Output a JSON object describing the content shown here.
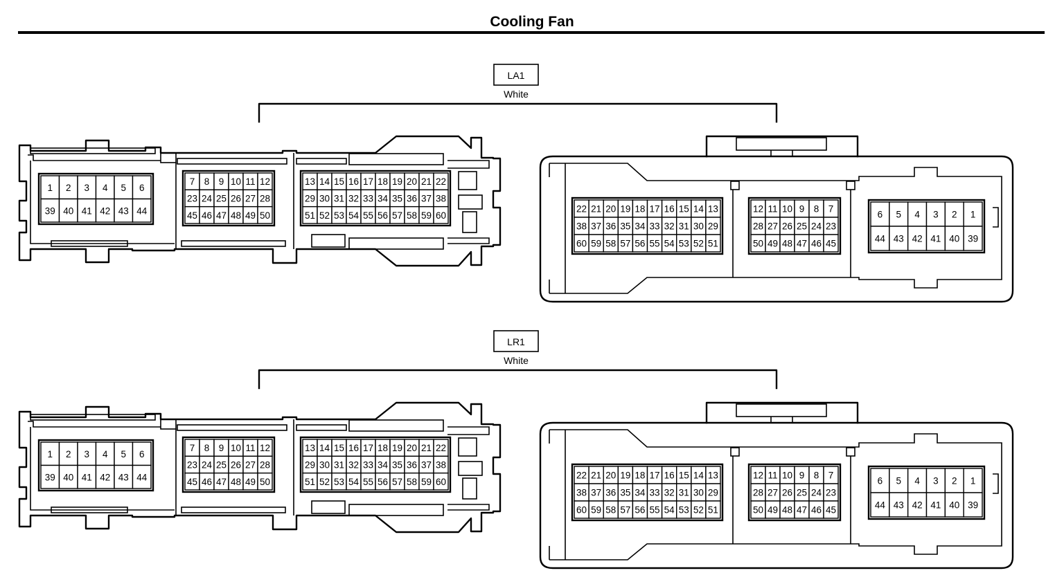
{
  "title": "Cooling Fan",
  "connectors": [
    {
      "code": "LA1",
      "color": "White",
      "left_view": {
        "block1": [
          [
            "1",
            "2",
            "3",
            "4",
            "5",
            "6"
          ],
          [
            "39",
            "40",
            "41",
            "42",
            "43",
            "44"
          ]
        ],
        "block2": [
          [
            "7",
            "8",
            "9",
            "10",
            "11",
            "12"
          ],
          [
            "23",
            "24",
            "25",
            "26",
            "27",
            "28"
          ],
          [
            "45",
            "46",
            "47",
            "48",
            "49",
            "50"
          ]
        ],
        "block3": [
          [
            "13",
            "14",
            "15",
            "16",
            "17",
            "18",
            "19",
            "20",
            "21",
            "22"
          ],
          [
            "29",
            "30",
            "31",
            "32",
            "33",
            "34",
            "35",
            "36",
            "37",
            "38"
          ],
          [
            "51",
            "52",
            "53",
            "54",
            "55",
            "56",
            "57",
            "58",
            "59",
            "60"
          ]
        ]
      },
      "right_view": {
        "block1": [
          [
            "22",
            "21",
            "20",
            "19",
            "18",
            "17",
            "16",
            "15",
            "14",
            "13"
          ],
          [
            "38",
            "37",
            "36",
            "35",
            "34",
            "33",
            "32",
            "31",
            "30",
            "29"
          ],
          [
            "60",
            "59",
            "58",
            "57",
            "56",
            "55",
            "54",
            "53",
            "52",
            "51"
          ]
        ],
        "block2": [
          [
            "12",
            "11",
            "10",
            "9",
            "8",
            "7"
          ],
          [
            "28",
            "27",
            "26",
            "25",
            "24",
            "23"
          ],
          [
            "50",
            "49",
            "48",
            "47",
            "46",
            "45"
          ]
        ],
        "block3": [
          [
            "6",
            "5",
            "4",
            "3",
            "2",
            "1"
          ],
          [
            "44",
            "43",
            "42",
            "41",
            "40",
            "39"
          ]
        ]
      }
    },
    {
      "code": "LR1",
      "color": "White",
      "left_view": {
        "block1": [
          [
            "1",
            "2",
            "3",
            "4",
            "5",
            "6"
          ],
          [
            "39",
            "40",
            "41",
            "42",
            "43",
            "44"
          ]
        ],
        "block2": [
          [
            "7",
            "8",
            "9",
            "10",
            "11",
            "12"
          ],
          [
            "23",
            "24",
            "25",
            "26",
            "27",
            "28"
          ],
          [
            "45",
            "46",
            "47",
            "48",
            "49",
            "50"
          ]
        ],
        "block3": [
          [
            "13",
            "14",
            "15",
            "16",
            "17",
            "18",
            "19",
            "20",
            "21",
            "22"
          ],
          [
            "29",
            "30",
            "31",
            "32",
            "33",
            "34",
            "35",
            "36",
            "37",
            "38"
          ],
          [
            "51",
            "52",
            "53",
            "54",
            "55",
            "56",
            "57",
            "58",
            "59",
            "60"
          ]
        ]
      },
      "right_view": {
        "block1": [
          [
            "22",
            "21",
            "20",
            "19",
            "18",
            "17",
            "16",
            "15",
            "14",
            "13"
          ],
          [
            "38",
            "37",
            "36",
            "35",
            "34",
            "33",
            "32",
            "31",
            "30",
            "29"
          ],
          [
            "60",
            "59",
            "58",
            "57",
            "56",
            "55",
            "54",
            "53",
            "52",
            "51"
          ]
        ],
        "block2": [
          [
            "12",
            "11",
            "10",
            "9",
            "8",
            "7"
          ],
          [
            "28",
            "27",
            "26",
            "25",
            "24",
            "23"
          ],
          [
            "50",
            "49",
            "48",
            "47",
            "46",
            "45"
          ]
        ],
        "block3": [
          [
            "6",
            "5",
            "4",
            "3",
            "2",
            "1"
          ],
          [
            "44",
            "43",
            "42",
            "41",
            "40",
            "39"
          ]
        ]
      }
    }
  ]
}
